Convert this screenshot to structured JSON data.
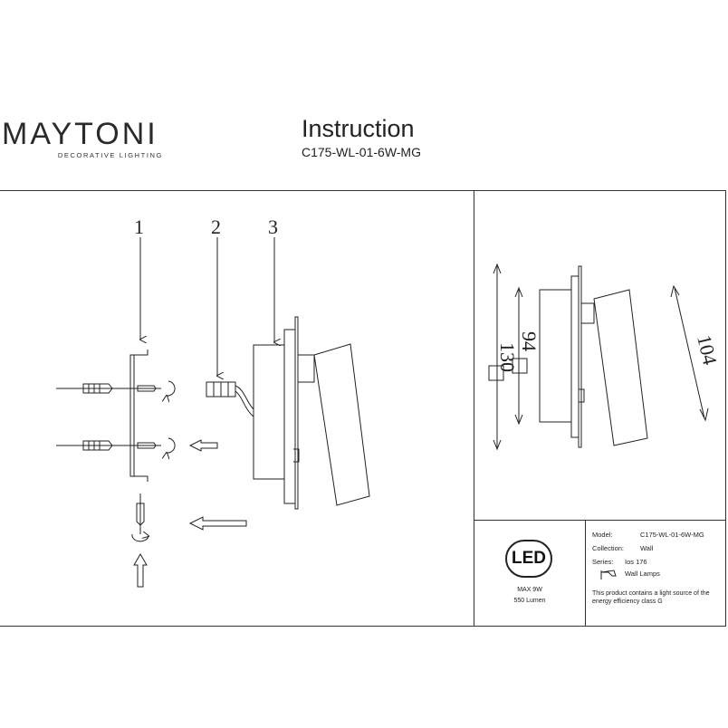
{
  "header": {
    "brand": "MAYTONI",
    "brand_sub": "DECORATIVE LIGHTING",
    "title": "Instruction",
    "model_code": "C175-WL-01-6W-MG"
  },
  "diagram": {
    "callouts": [
      "1",
      "2",
      "3"
    ],
    "dimensions": [
      "130",
      "94",
      "104"
    ]
  },
  "info": {
    "led_label": "LED",
    "max_power": "MAX 9W",
    "lumen": "550 Lumen",
    "model_label": "Model:",
    "model_value": "C175-WL-01-6W-MG",
    "collection_label": "Collection:",
    "collection_value": "Wall",
    "series_label": "Series:",
    "series_value": "Ios 176",
    "category_value": "Wall Lamps",
    "energy_note": "This product contains a light source of the energy efficiency class G",
    "category_icon": "wall-lamp-icon"
  }
}
